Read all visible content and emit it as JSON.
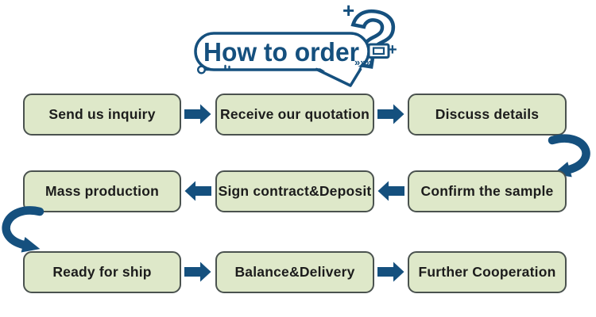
{
  "title": {
    "text": "How to order"
  },
  "colors": {
    "accent_blue": "#15507E",
    "box_fill": "#DEE8C9",
    "box_border": "#4A524F",
    "box_text": "#1C1C1C"
  },
  "icons": {
    "question_glyph": "?",
    "plus_glyph": "+",
    "chevrons_glyph": "»»»"
  },
  "flow": {
    "rows": [
      {
        "direction": "left-to-right",
        "steps": [
          {
            "label": "Send us inquiry"
          },
          {
            "label": "Receive our quotation"
          },
          {
            "label": "Discuss details"
          }
        ]
      },
      {
        "direction": "right-to-left",
        "steps": [
          {
            "label": "Confirm the sample"
          },
          {
            "label": "Sign contract&Deposit"
          },
          {
            "label": "Mass production"
          }
        ]
      },
      {
        "direction": "left-to-right",
        "steps": [
          {
            "label": "Ready for ship"
          },
          {
            "label": "Balance&Delivery"
          },
          {
            "label": "Further Cooperation"
          }
        ]
      }
    ]
  }
}
